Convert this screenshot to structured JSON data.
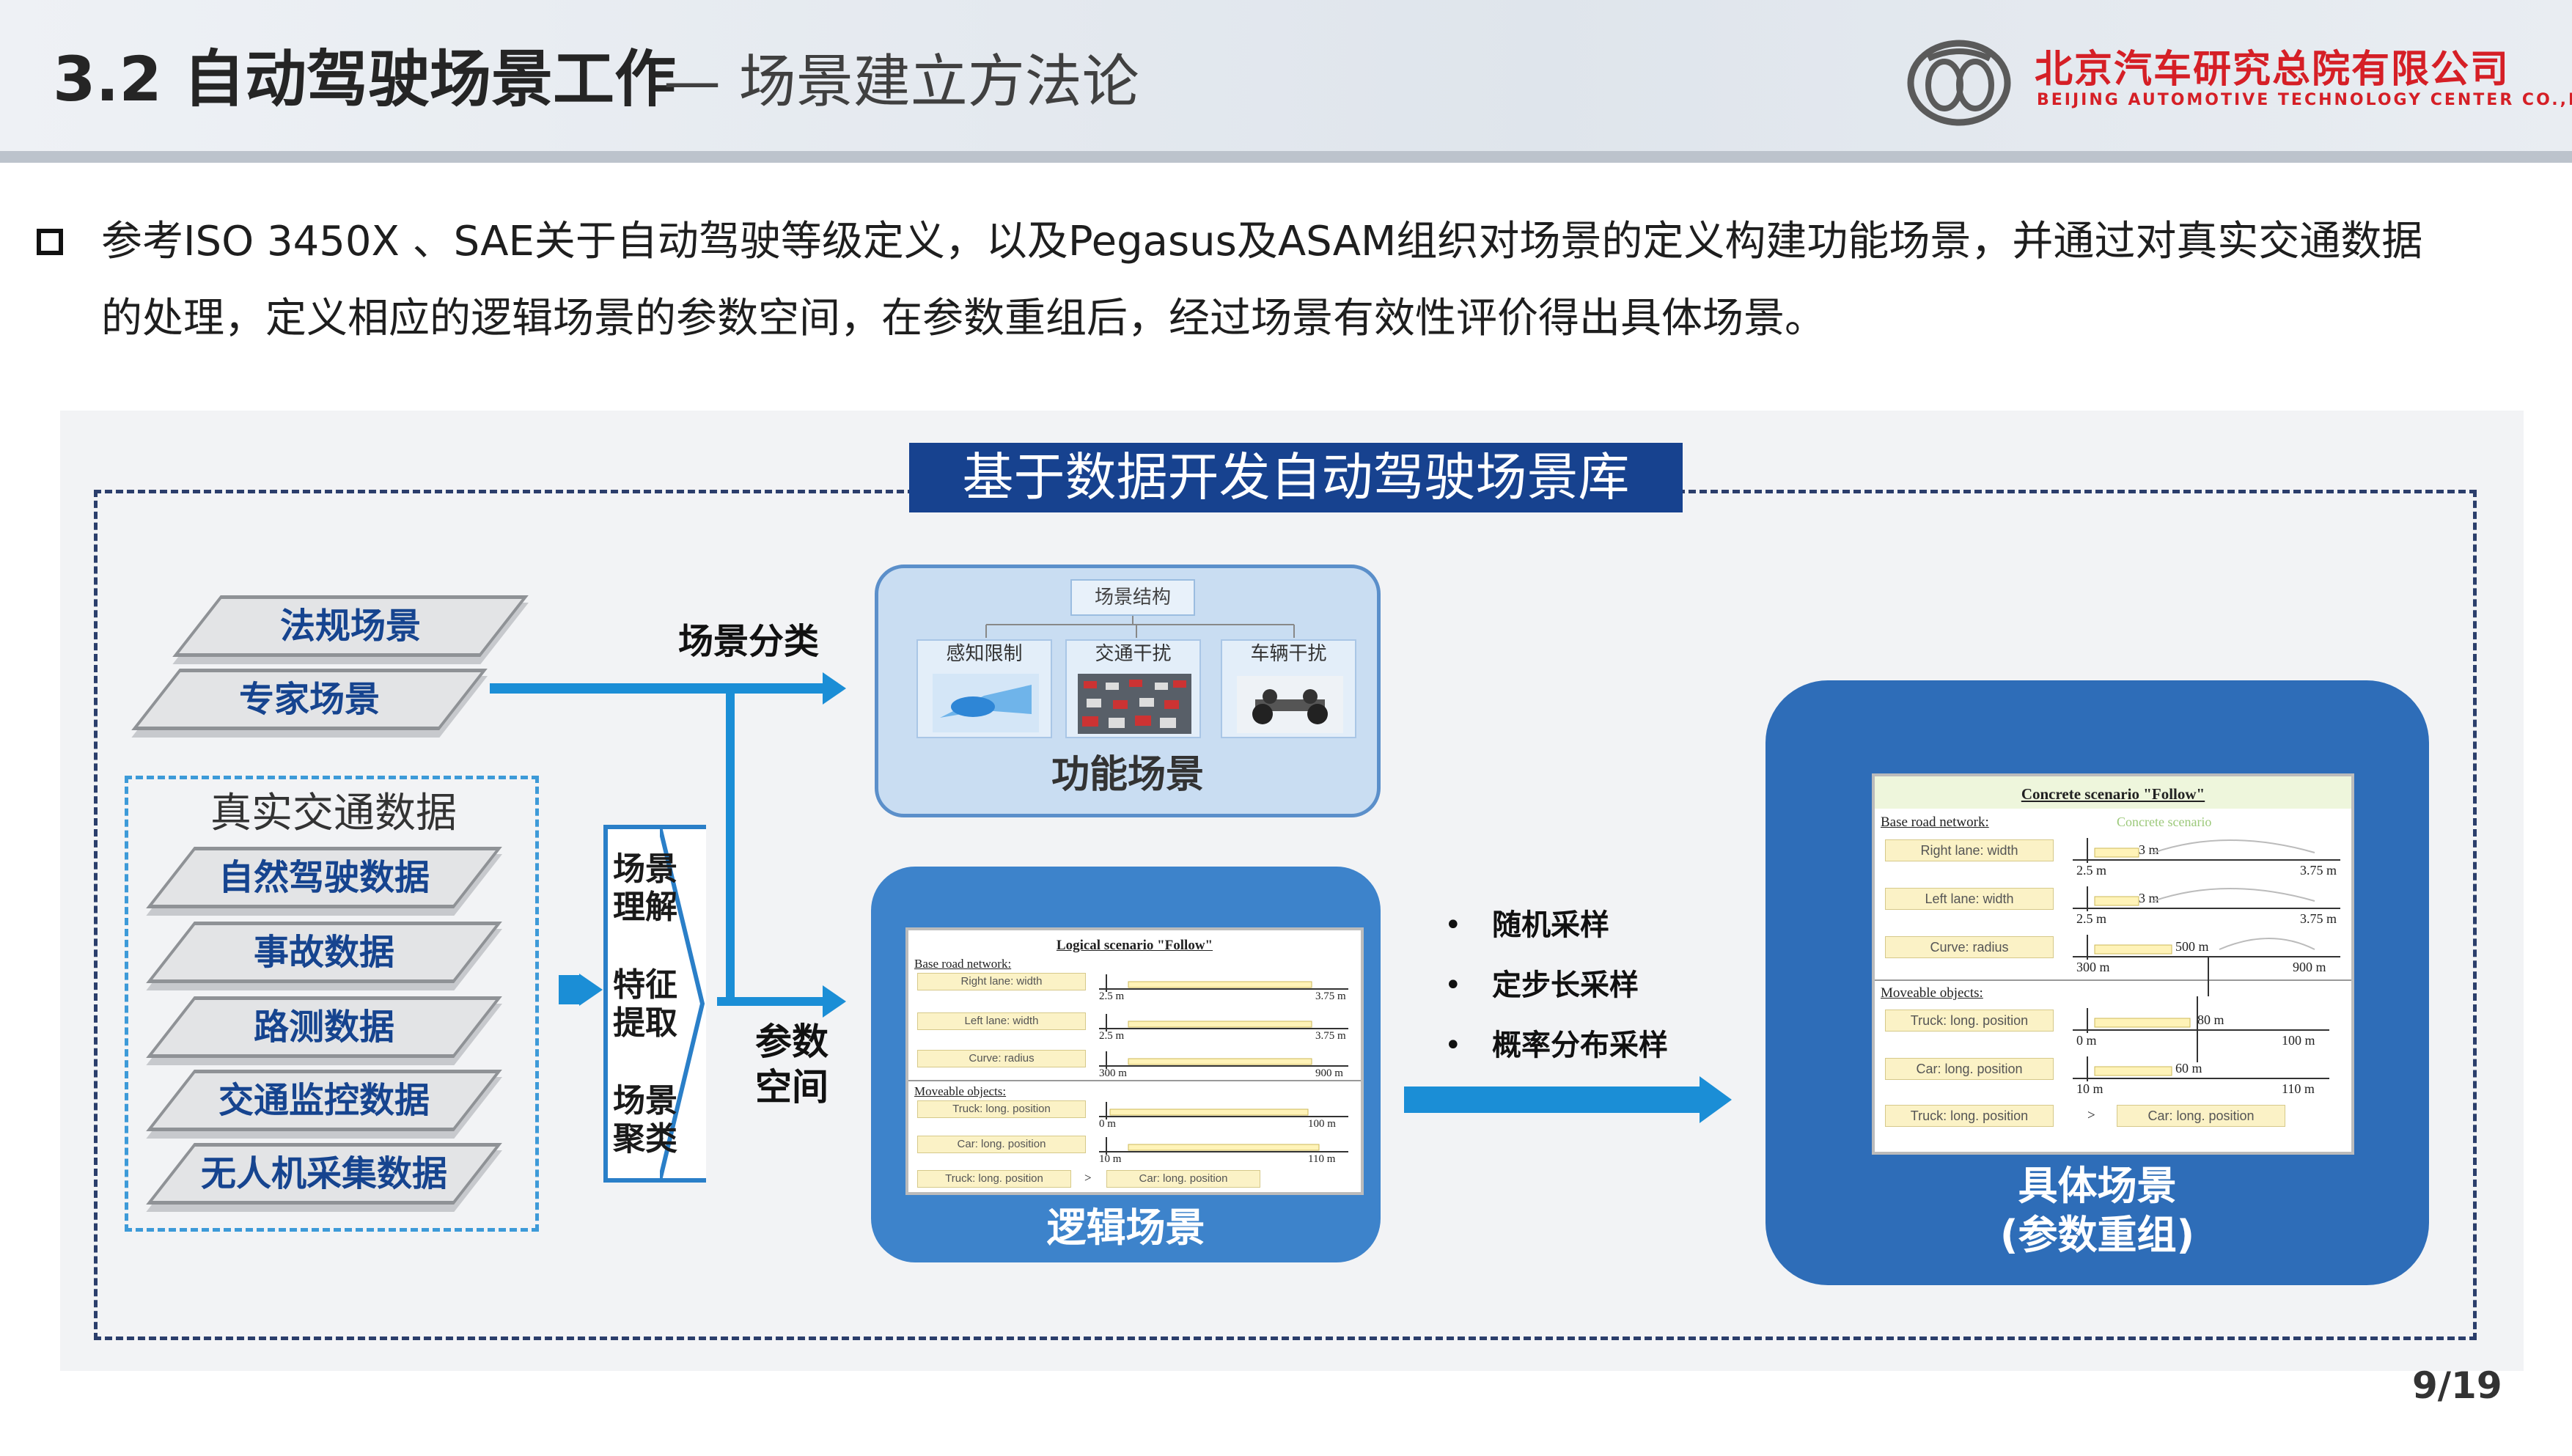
{
  "header": {
    "title_main": "3.2 自动驾驶场景工作",
    "title_sub": "— 场景建立方法论",
    "logo_cn": "北京汽车研究总院有限公司",
    "logo_en": "BEIJING AUTOMOTIVE TECHNOLOGY CENTER CO.,LTD."
  },
  "intro": {
    "line1": "参考ISO 3450X 、SAE关于自动驾驶等级定义，以及Pegasus及ASAM组织对场景的定义构建功能场景，并通过对真实交通数据",
    "line2": "的处理，定义相应的逻辑场景的参数空间，在参数重组后，经过场景有效性评价得出具体场景。"
  },
  "diagram": {
    "banner": "基于数据开发自动驾驶场景库",
    "sources": {
      "regulation": "法规场景",
      "expert": "专家场景",
      "real_traffic_title": "真实交通数据",
      "real_items": [
        "自然驾驶数据",
        "事故数据",
        "路测数据",
        "交通监控数据",
        "无人机采集数据"
      ]
    },
    "steps": [
      "场景\n理解",
      "特征\n提取",
      "场景\n聚类"
    ],
    "classify_label": "场景分类",
    "param_label": "参数\n空间",
    "functional": {
      "structure": "场景结构",
      "cards": [
        "感知限制",
        "交通干扰",
        "车辆干扰"
      ],
      "title": "功能场景"
    },
    "logical": {
      "title": "逻辑场景",
      "doc_title": "Logical scenario \"Follow\"",
      "road_header": "Base road network:",
      "rows": [
        {
          "label": "Right lane: width",
          "left": "2.5 m",
          "right": "3.75 m"
        },
        {
          "label": "Left lane: width",
          "left": "2.5 m",
          "right": "3.75 m"
        },
        {
          "label": "Curve: radius",
          "left": "300 m",
          "right": "900 m"
        }
      ],
      "obj_header": "Moveable objects:",
      "obj_rows": [
        {
          "label": "Truck: long. position",
          "left": "0 m",
          "right": "100 m"
        },
        {
          "label": "Car: long. position",
          "left": "10 m",
          "right": "110 m"
        }
      ],
      "relation": {
        "a": "Truck: long. position",
        "op": ">",
        "b": "Car: long. position"
      }
    },
    "sampling": [
      "随机采样",
      "定步长采样",
      "概率分布采样"
    ],
    "bullet_char": "•",
    "concrete": {
      "title1": "具体场景",
      "title2": "(参数重组)",
      "doc_title": "Concrete scenario \"Follow\"",
      "watermark": "Concrete scenario",
      "road_header": "Base road network:",
      "rows": [
        {
          "label": "Right lane: width",
          "left": "2.5 m",
          "right": "3.75 m",
          "value": "3 m"
        },
        {
          "label": "Left lane: width",
          "left": "2.5 m",
          "right": "3.75 m",
          "value": "3 m"
        },
        {
          "label": "Curve: radius",
          "left": "300 m",
          "right": "900 m",
          "value": "500 m"
        }
      ],
      "obj_header": "Moveable objects:",
      "obj_rows": [
        {
          "label": "Truck: long. position",
          "left": "0 m",
          "right": "100 m",
          "value": "80 m"
        },
        {
          "label": "Car: long. position",
          "left": "10 m",
          "right": "110 m",
          "value": "60 m"
        }
      ],
      "relation": {
        "a": "Truck: long. position",
        "op": ">",
        "b": "Car: long. position"
      }
    }
  },
  "page_number": "9/19",
  "colors": {
    "brand_red": "#d51f26",
    "banner_blue": "#17428f",
    "arrow_blue": "#1b8ed6",
    "panel_blue": "#3d83cb"
  }
}
